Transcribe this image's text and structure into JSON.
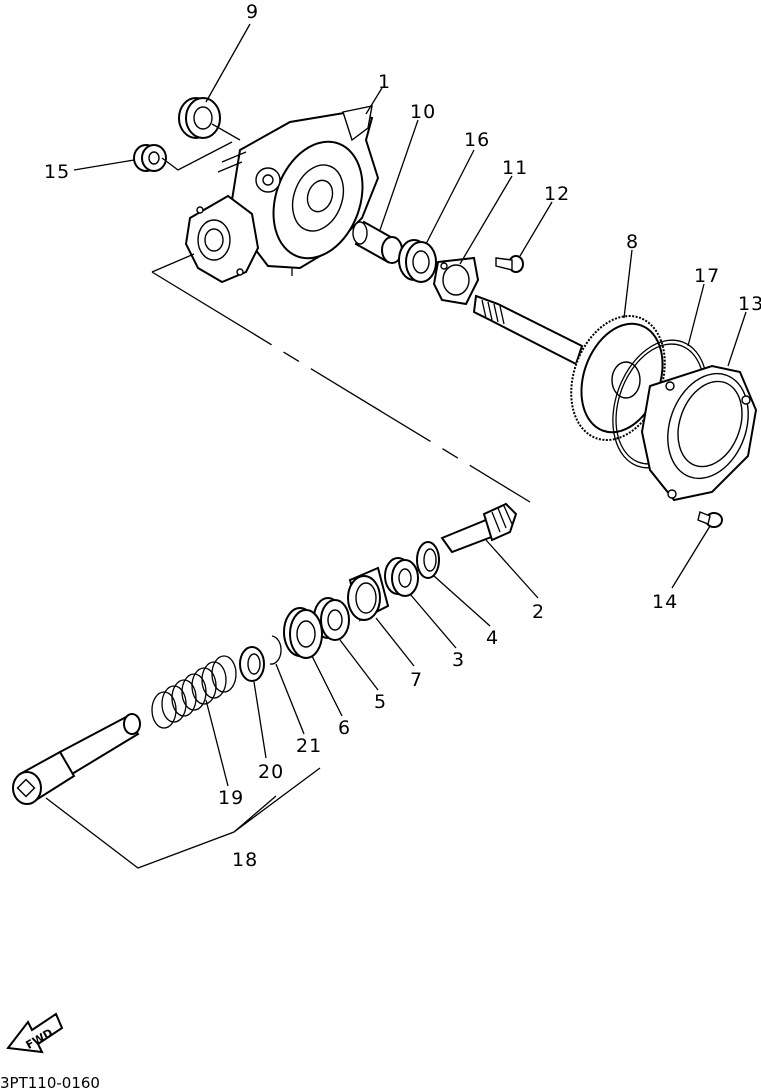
{
  "diagram": {
    "code": "3PT110-0160",
    "fwd_label": "FWD",
    "callouts": [
      "1",
      "2",
      "3",
      "4",
      "5",
      "6",
      "7",
      "8",
      "9",
      "10",
      "11",
      "12",
      "13",
      "14",
      "15",
      "16",
      "17",
      "18",
      "19",
      "20",
      "21"
    ]
  }
}
